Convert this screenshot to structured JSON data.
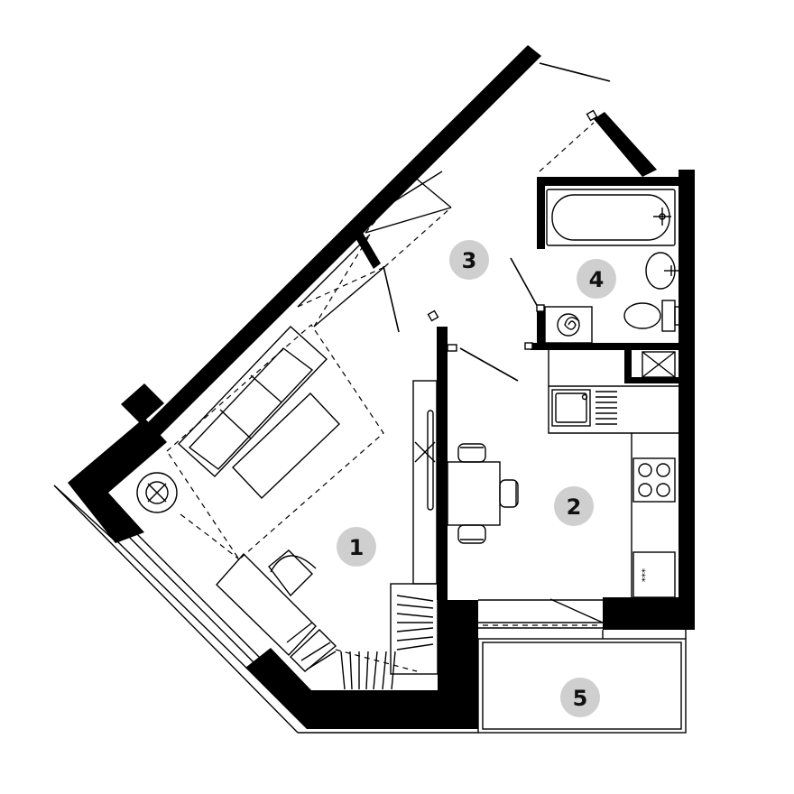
{
  "rooms": [
    {
      "id": "room-1",
      "label": "1"
    },
    {
      "id": "room-2",
      "label": "2"
    },
    {
      "id": "room-3",
      "label": "3"
    },
    {
      "id": "room-4",
      "label": "4"
    },
    {
      "id": "room-5",
      "label": "5"
    }
  ],
  "icons": {
    "stove_marks": "***"
  }
}
